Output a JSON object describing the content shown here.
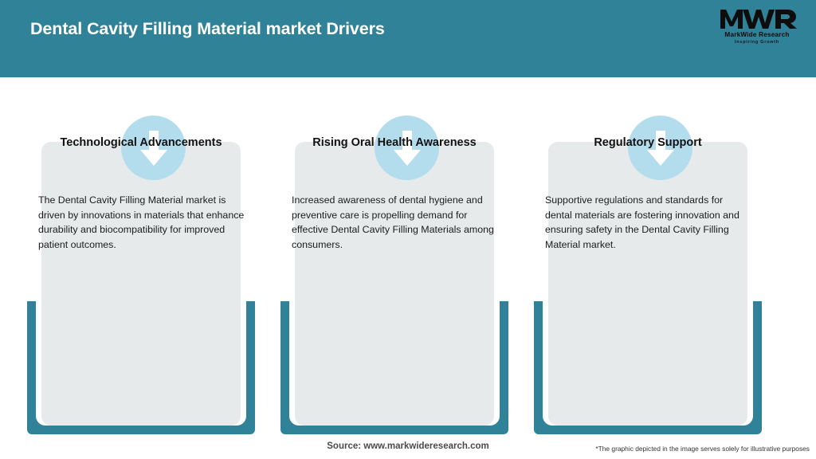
{
  "header": {
    "title": "Dental Cavity Filling Material market Drivers",
    "background_color": "#2f8298",
    "title_color": "#ffffff"
  },
  "logo": {
    "mark_text": "MWR",
    "name": "MarkWide Research",
    "tagline": "Inspiring Growth"
  },
  "cards": [
    {
      "icon": "arrow-down-icon",
      "title": "Technological Advancements",
      "body": "The Dental Cavity Filling Material market is driven by innovations in materials that enhance durability and biocompatibility for improved patient outcomes."
    },
    {
      "icon": "arrow-down-icon",
      "title": "Rising Oral Health Awareness",
      "body": "Increased awareness of dental hygiene and preventive care is propelling demand for effective Dental Cavity Filling Materials among consumers."
    },
    {
      "icon": "arrow-down-icon",
      "title": "Regulatory Support",
      "body": "Supportive regulations and standards for dental materials are fostering innovation and ensuring safety in the Dental Cavity Filling Material market."
    }
  ],
  "footer": {
    "source": "Source: www.markwideresearch.com",
    "disclaimer": "*The graphic depicted in the image serves solely for illustrative purposes"
  },
  "theme": {
    "accent_teal": "#2f8298",
    "badge_blue": "#b3dced",
    "card_grey": "#e6eaeb",
    "page_white": "#ffffff"
  }
}
